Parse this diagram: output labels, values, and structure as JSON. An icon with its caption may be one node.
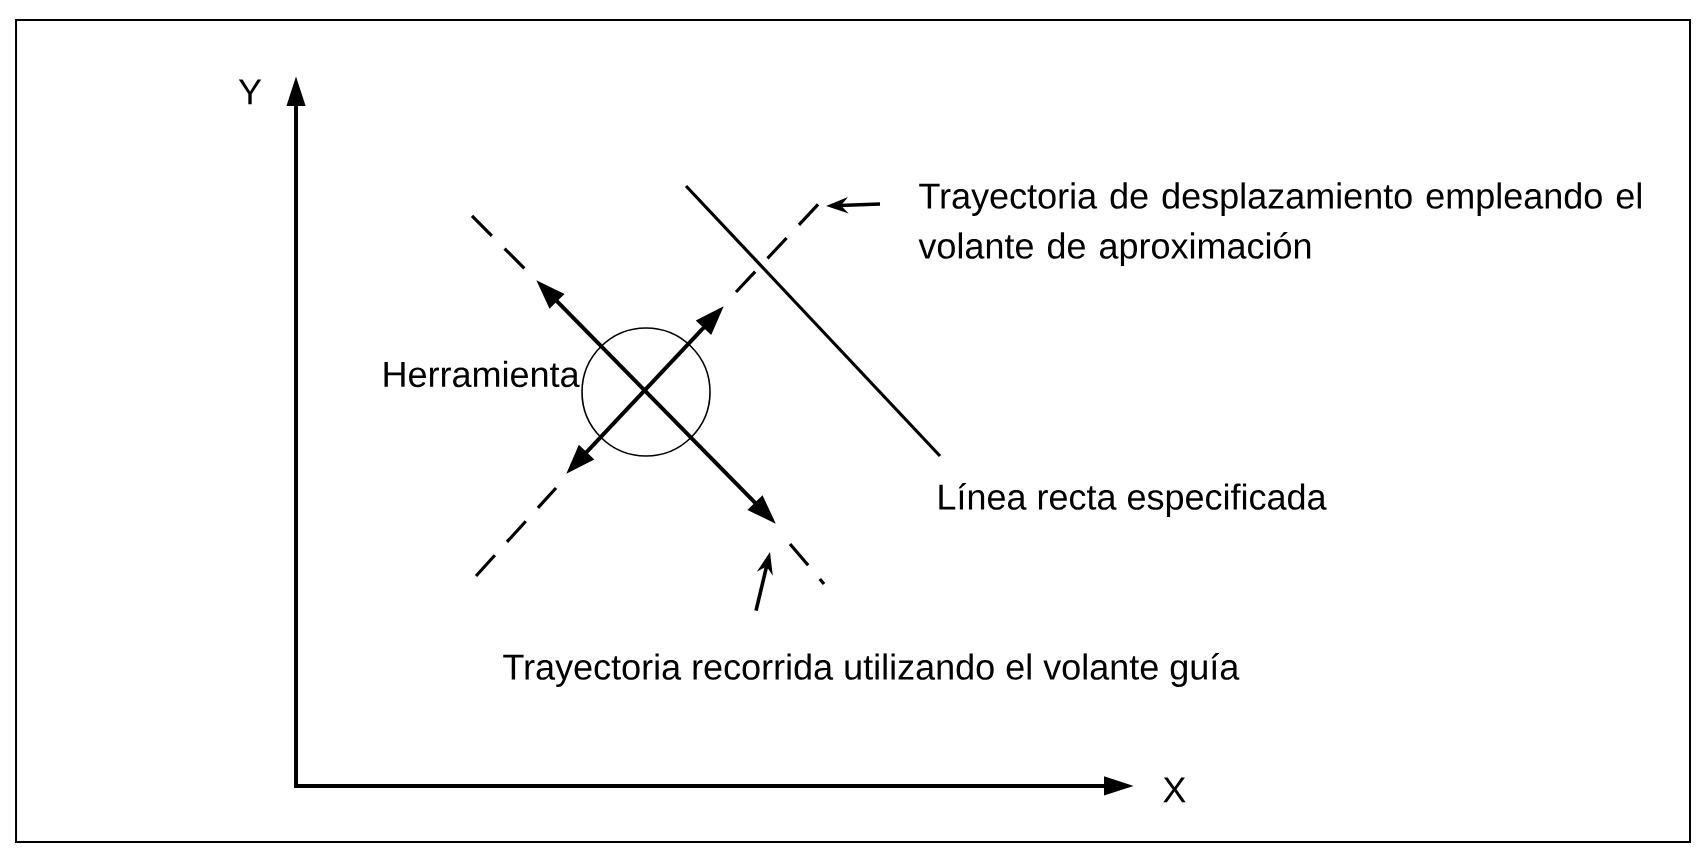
{
  "diagram": {
    "nodes": [
      {
        "text": [
          "Trayectoria de desplazamiento empleando el volante de aproximación"
        ]
      },
      {
        "text": [
          "Trayectoria recorrida utilizando el volante guía"
        ]
      }
    ],
    "edges": [
      {
        "from": 0,
        "to": null,
        "arrow": "to"
      },
      {
        "from": 1,
        "to": null,
        "arrow": "to"
      }
    ],
    "labels": [
      "Y",
      "Herramienta",
      "Línea recta especificada",
      "X"
    ]
  }
}
